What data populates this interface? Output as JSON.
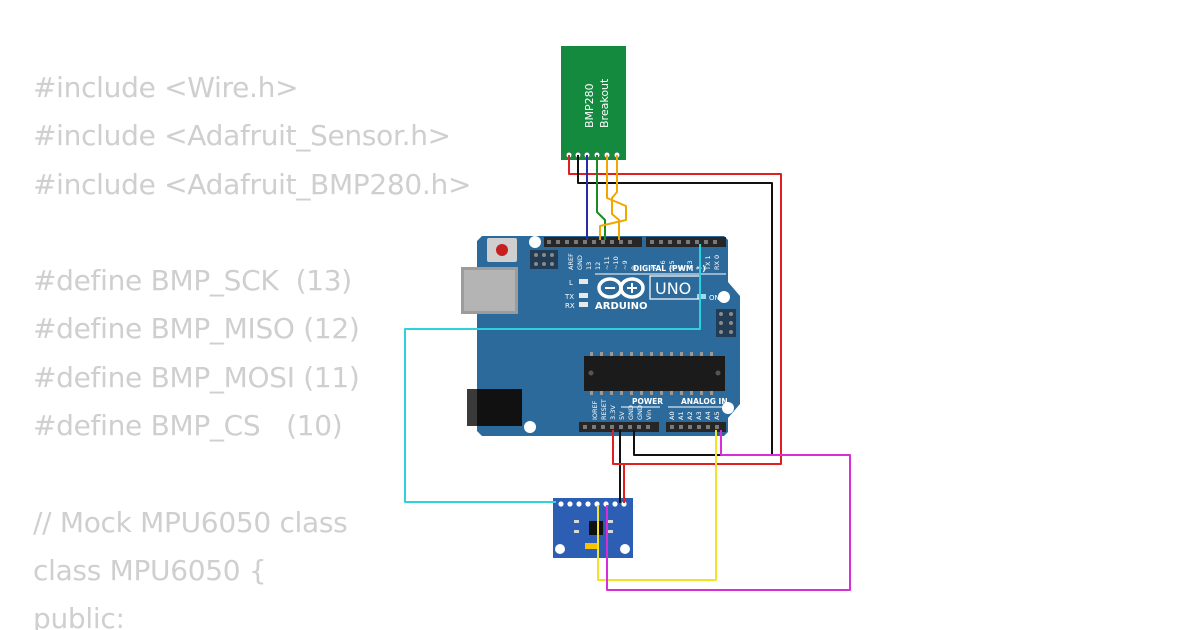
{
  "code": {
    "lines": [
      "#include <Wire.h>",
      "#include <Adafruit_Sensor.h>",
      "#include <Adafruit_BMP280.h>",
      "",
      "#define BMP_SCK  (13)",
      "#define BMP_MISO (12)",
      "#define BMP_MOSI (11)",
      "#define BMP_CS   (10)",
      "",
      "// Mock MPU6050 class",
      "class MPU6050 {",
      "public:"
    ]
  },
  "diagram": {
    "bmp280": {
      "line1": "BMP280",
      "line2": "Breakout",
      "color": "#138a3e"
    },
    "arduino": {
      "brand": "ARDUINO",
      "model": "UNO",
      "digital_header": "DIGITAL (PWM ~)",
      "power_header": "POWER",
      "analog_header": "ANALOG IN",
      "led_l": "L",
      "led_tx": "TX",
      "led_rx": "RX",
      "led_on": "ON",
      "digital_pins_left": [
        "AREF",
        "GND",
        "13",
        "12",
        "~11",
        "~10",
        "~9",
        "8"
      ],
      "digital_pins_right": [
        "7",
        "~6",
        "~5",
        "4",
        "~3",
        "2",
        "TX 1",
        "RX 0"
      ],
      "power_pins": [
        "IOREF",
        "RESET",
        "3.3V",
        "5V",
        "GND",
        "GND",
        "Vin"
      ],
      "analog_pins": [
        "A0",
        "A1",
        "A2",
        "A3",
        "A4",
        "A5"
      ],
      "board_color": "#2b6a9b"
    },
    "mpu6050": {
      "color": "#2c5fb3"
    },
    "wire_colors": {
      "red": "#e02020",
      "black": "#111111",
      "blue": "#2b2ba8",
      "green": "#1f8a1f",
      "orange": "#f0a800",
      "cyan": "#2ed2de",
      "yellow": "#f2e22a",
      "magenta": "#d82ed8"
    }
  }
}
